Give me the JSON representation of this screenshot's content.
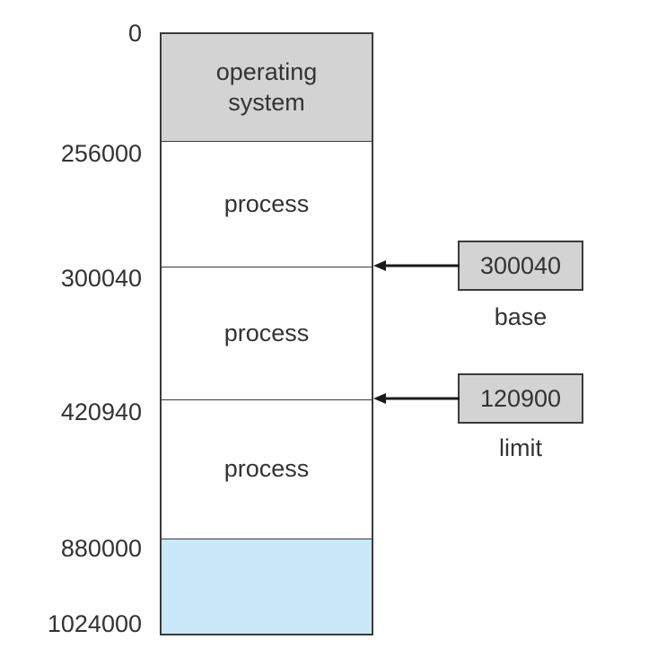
{
  "colors": {
    "os_fill": "#d3d3d3",
    "process_fill": "#ffffff",
    "free_fill": "#c9e9fb",
    "register_fill": "#d3d3d3",
    "line": "#3a3a3a"
  },
  "addresses": [
    "0",
    "256000",
    "300040",
    "420940",
    "880000",
    "1024000"
  ],
  "segments": [
    {
      "label": "operating\nsystem",
      "kind": "os"
    },
    {
      "label": "process",
      "kind": "process"
    },
    {
      "label": "process",
      "kind": "process"
    },
    {
      "label": "process",
      "kind": "process"
    },
    {
      "label": "",
      "kind": "free"
    }
  ],
  "registers": {
    "base": {
      "value": "300040",
      "caption": "base"
    },
    "limit": {
      "value": "120900",
      "caption": "limit"
    }
  }
}
